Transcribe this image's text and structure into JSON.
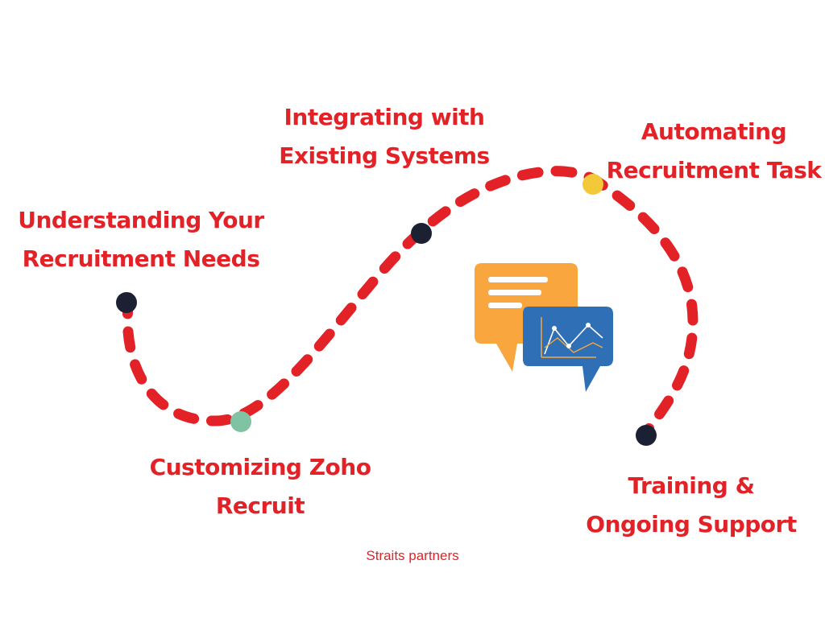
{
  "steps": [
    {
      "line1": "Understanding Your",
      "line2": "Recruitment Needs"
    },
    {
      "line1": "Customizing Zoho",
      "line2": "Recruit"
    },
    {
      "line1": "Integrating with",
      "line2": "Existing Systems"
    },
    {
      "line1": "Automating",
      "line2": "Recruitment Task"
    },
    {
      "line1": "Training &",
      "line2": "Ongoing Support"
    }
  ],
  "footer": "Straits partners",
  "colors": {
    "path": "#e32228",
    "text": "#e32228",
    "marker_dark": "#1c2033",
    "marker_green": "#7fc3a3",
    "marker_yellow": "#f3c93a",
    "bubble_orange": "#f9a63f",
    "bubble_blue": "#2e6fb6"
  },
  "icons": [
    "path-marker-dot",
    "chat-bubbles-icon",
    "line-chart-icon"
  ]
}
